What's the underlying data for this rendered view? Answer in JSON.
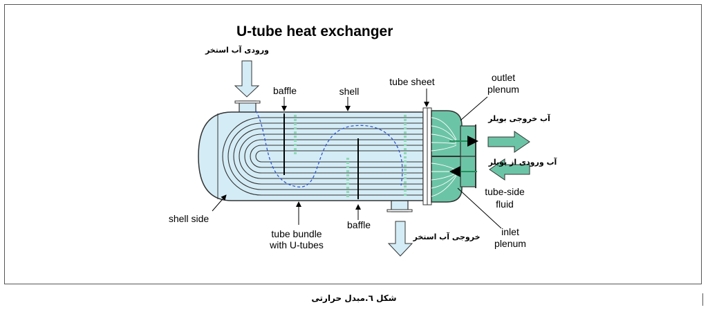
{
  "title": "U-tube heat exchanger",
  "caption": "شکل ٦.مبدل حرارتی",
  "labels": {
    "pool_inlet": "ورودی آب استخر",
    "baffle_top": "baffle",
    "shell": "shell",
    "tube_sheet": "tube sheet",
    "outlet_plenum_1": "outlet",
    "outlet_plenum_2": "plenum",
    "boiler_outlet": "آب خروجی بویلر",
    "boiler_inlet": "آب ورودی از بویلر",
    "tube_side_1": "tube-side",
    "tube_side_2": "fluid",
    "shell_side": "shell side",
    "tube_bundle_1": "tube bundle",
    "tube_bundle_2": "with U-tubes",
    "baffle_bottom": "baffle",
    "pool_outlet": "خروجی آب استخر",
    "inlet_plenum_1": "inlet",
    "inlet_plenum_2": "plenum"
  },
  "colors": {
    "shell_fill": "#d4ecf6",
    "plenum_fill": "#6cc4a6",
    "flow_arrow": "#1f8f5a",
    "tube_line": "#333333",
    "shell_flow": "#3355cc",
    "baffle_dash": "#8fd9b4"
  }
}
